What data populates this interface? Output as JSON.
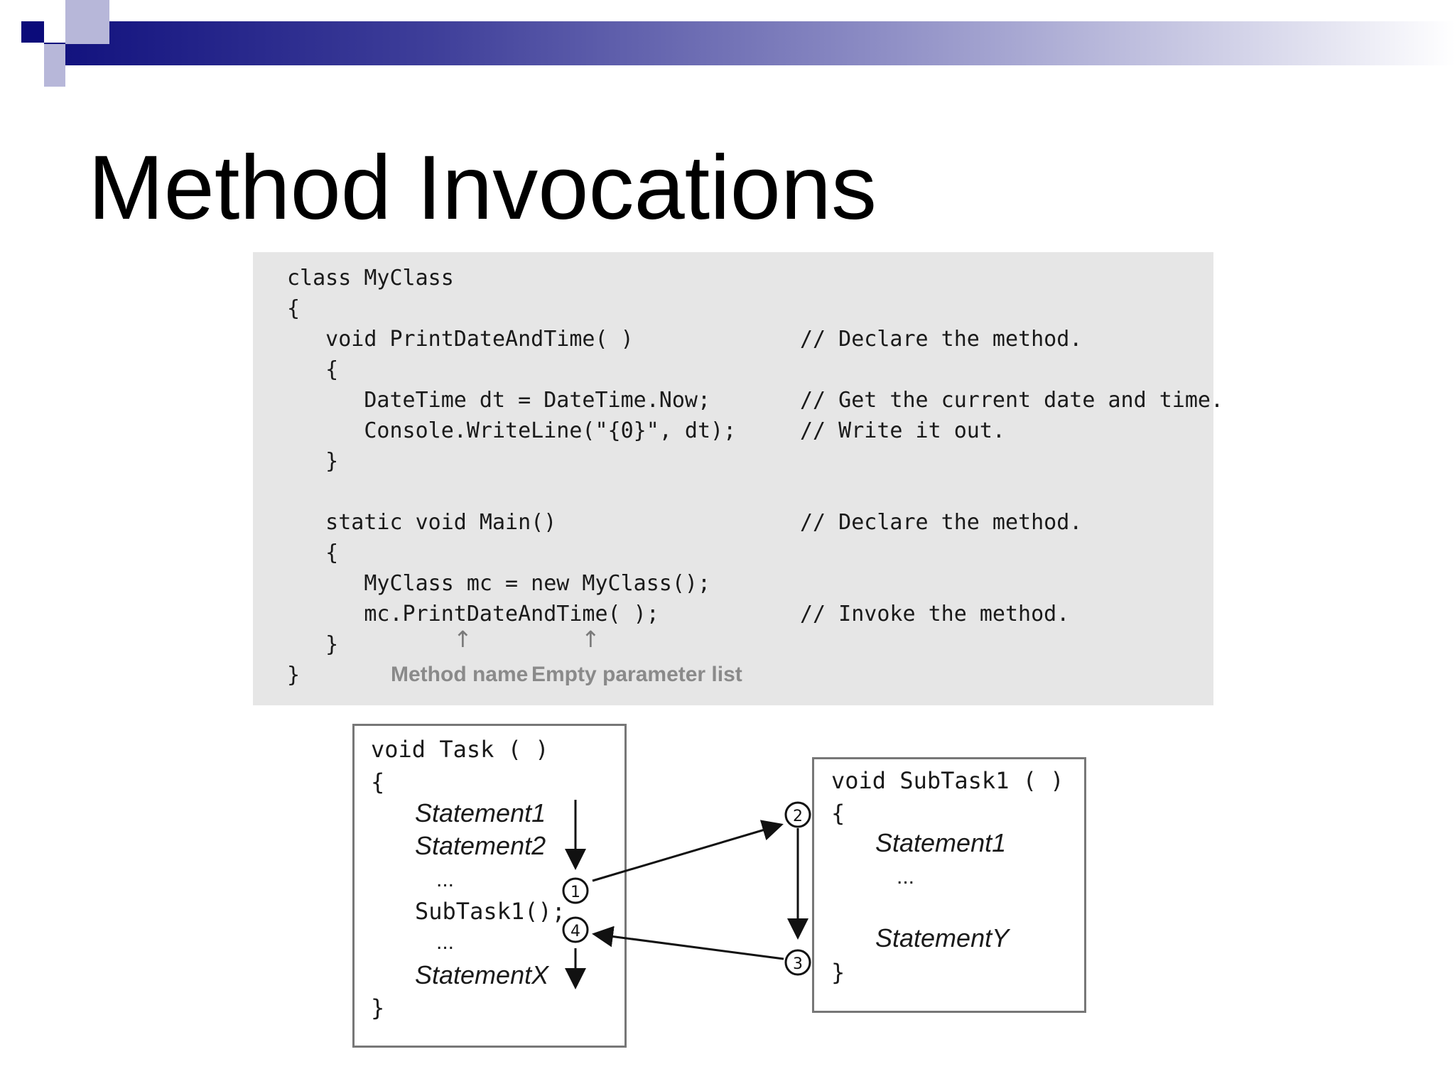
{
  "slide": {
    "title": "Method Invocations"
  },
  "code_listing": {
    "lines": [
      {
        "code": "class MyClass",
        "comment": ""
      },
      {
        "code": "{",
        "comment": ""
      },
      {
        "code": "   void PrintDateAndTime( )",
        "comment": "// Declare the method."
      },
      {
        "code": "   {",
        "comment": ""
      },
      {
        "code": "      DateTime dt = DateTime.Now;",
        "comment": "// Get the current date and time."
      },
      {
        "code": "      Console.WriteLine(\"{0}\", dt);",
        "comment": "// Write it out."
      },
      {
        "code": "   }",
        "comment": ""
      },
      {
        "code": "",
        "comment": ""
      },
      {
        "code": "   static void Main()",
        "comment": "// Declare the method."
      },
      {
        "code": "   {",
        "comment": ""
      },
      {
        "code": "      MyClass mc = new MyClass();",
        "comment": ""
      },
      {
        "code": "      mc.PrintDateAndTime( );",
        "comment": "// Invoke the method."
      },
      {
        "code": "   }",
        "comment": ""
      },
      {
        "code": "}",
        "comment": ""
      }
    ],
    "annotations": {
      "method_name": "Method name",
      "empty_param_list": "Empty parameter list",
      "arrow_glyph": "↑"
    }
  },
  "flow_diagram": {
    "task_box": {
      "signature": "void Task ( )",
      "open_brace": "{",
      "statement1": "Statement1",
      "statement2": "Statement2",
      "ellipsis1": "...",
      "call": "SubTask1();",
      "ellipsis2": "...",
      "statementx": "StatementX",
      "close_brace": "}"
    },
    "subtask_box": {
      "signature": "void SubTask1 ( )",
      "open_brace": "{",
      "statement1": "Statement1",
      "ellipsis": "...",
      "statementy": "StatementY",
      "close_brace": "}"
    },
    "markers": [
      "1",
      "2",
      "3",
      "4"
    ]
  }
}
